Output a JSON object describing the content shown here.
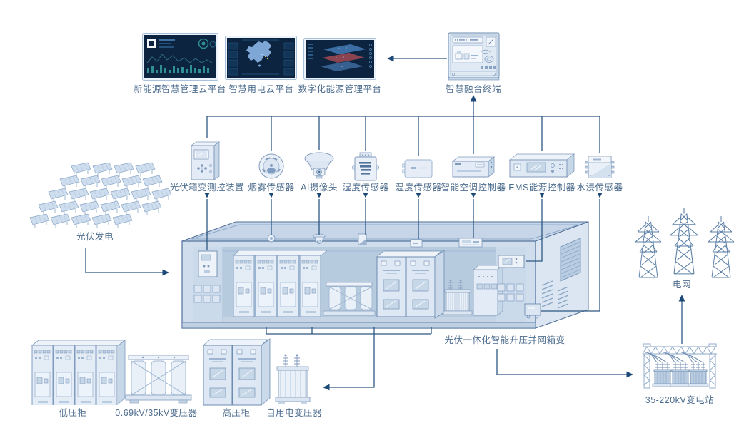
{
  "platforms": [
    {
      "label": "新能源智慧管理云平台",
      "icon": "dashboard-screen"
    },
    {
      "label": "智慧用电云平台",
      "icon": "china-map-screen"
    },
    {
      "label": "数字化能源管理平台",
      "icon": "data-layers-screen"
    }
  ],
  "terminal": {
    "label": "智慧融合终端",
    "icon": "smart-fusion-terminal"
  },
  "sensors": [
    {
      "label": "光伏箱变测控装置",
      "icon": "pv-monitoring-cabinet"
    },
    {
      "label": "烟雾传感器",
      "icon": "smoke-sensor"
    },
    {
      "label": "AI摄像头",
      "icon": "ai-camera"
    },
    {
      "label": "湿度传感器",
      "icon": "humidity-sensor"
    },
    {
      "label": "温度传感器",
      "icon": "temperature-sensor"
    },
    {
      "label": "智能空调控制器",
      "icon": "ac-controller"
    },
    {
      "label": "EMS能源控制器",
      "icon": "ems-controller"
    },
    {
      "label": "水浸传感器",
      "icon": "water-leak-sensor"
    }
  ],
  "source": {
    "label": "光伏发电",
    "icon": "solar-array"
  },
  "container": {
    "label": "光伏一体化智能升压并网箱变",
    "icon": "container-substation"
  },
  "equipment": [
    {
      "label": "低压柜",
      "icon": "lv-cabinet"
    },
    {
      "label": "0.69kV/35kV变压器",
      "icon": "dry-transformer"
    },
    {
      "label": "高压柜",
      "icon": "hv-cabinet"
    },
    {
      "label": "自用电变压器",
      "icon": "oil-transformer"
    }
  ],
  "grid": {
    "label": "电网",
    "icon": "transmission-towers"
  },
  "substation": {
    "label": "35-220kV变电站",
    "icon": "substation-gantry"
  },
  "colors": {
    "line": "#2d5782",
    "arrow": "#1d4976",
    "text": "#4e6d8e",
    "device_fill": "#e3ecf6",
    "device_stroke": "#8099bb",
    "screen_bg": "#0c2440",
    "accent_red": "#8c4350"
  }
}
